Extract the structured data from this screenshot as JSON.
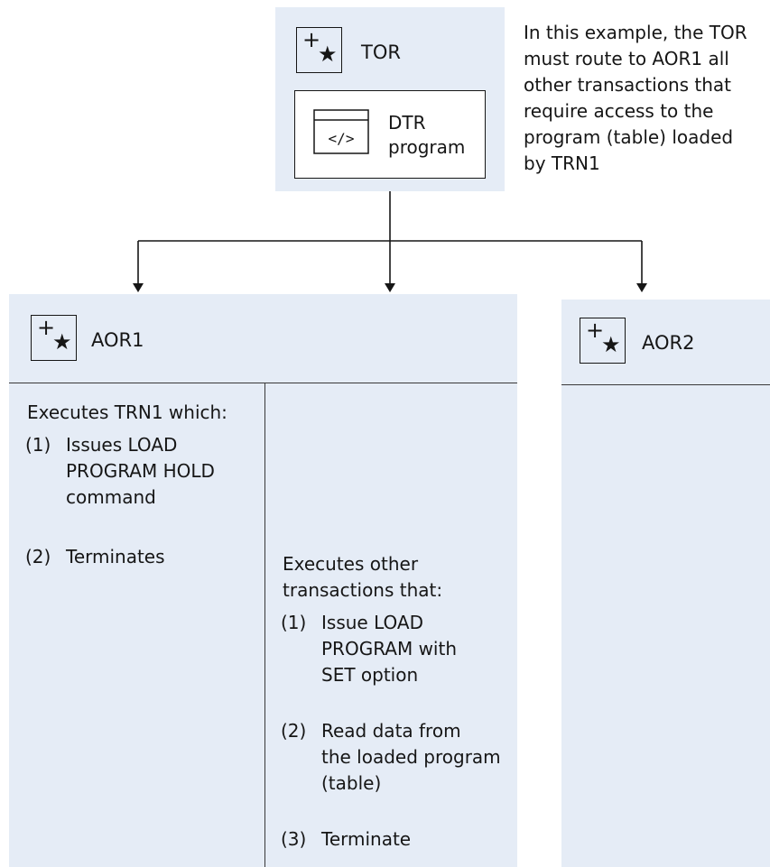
{
  "tor": {
    "name": "TOR",
    "program_label": "DTR\nprogram",
    "code_glyph": "</>"
  },
  "note": "In this example, the TOR\nmust route to AOR1 all\nother transactions that\nrequire access to the\nprogram (table) loaded\nby TRN1",
  "aor1": {
    "name": "AOR1",
    "left_column": {
      "heading": "Executes TRN1 which:",
      "items": [
        {
          "num": "(1)",
          "text": "Issues LOAD\nPROGRAM HOLD\ncommand"
        },
        {
          "num": "(2)",
          "text": "Terminates"
        }
      ]
    },
    "right_column": {
      "heading": "Executes other\ntransactions that:",
      "items": [
        {
          "num": "(1)",
          "text": "Issue LOAD\nPROGRAM with\nSET option"
        },
        {
          "num": "(2)",
          "text": "Read data from\nthe loaded program\n(table)"
        },
        {
          "num": "(3)",
          "text": "Terminate"
        }
      ]
    }
  },
  "aor2": {
    "name": "AOR2"
  },
  "icons": {
    "region": "region-plus-star-icon",
    "program": "code-window-icon",
    "arrow": "arrow-down-icon"
  },
  "colors": {
    "region_fill": "#e5ecf6",
    "line": "#161616"
  }
}
